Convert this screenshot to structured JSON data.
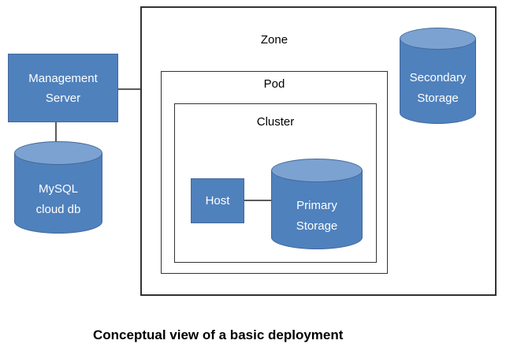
{
  "diagram": {
    "caption": "Conceptual view of a basic deployment",
    "zone_label": "Zone",
    "pod_label": "Pod",
    "cluster_label": "Cluster",
    "host_label": "Host",
    "management_server": {
      "line1": "Management",
      "line2": "Server"
    },
    "mysql_db": {
      "line1": "MySQL",
      "line2": "cloud db"
    },
    "primary_storage": {
      "line1": "Primary",
      "line2": "Storage"
    },
    "secondary_storage": {
      "line1": "Secondary",
      "line2": "Storage"
    }
  },
  "colors": {
    "shape_fill": "#4f81bd",
    "cylinder_top": "#7ba2d0",
    "shape_border": "#44689b",
    "box_border": "#333333",
    "connector": "#5b5b5b",
    "text_on_shape": "#ffffff",
    "text_dark": "#000000"
  }
}
